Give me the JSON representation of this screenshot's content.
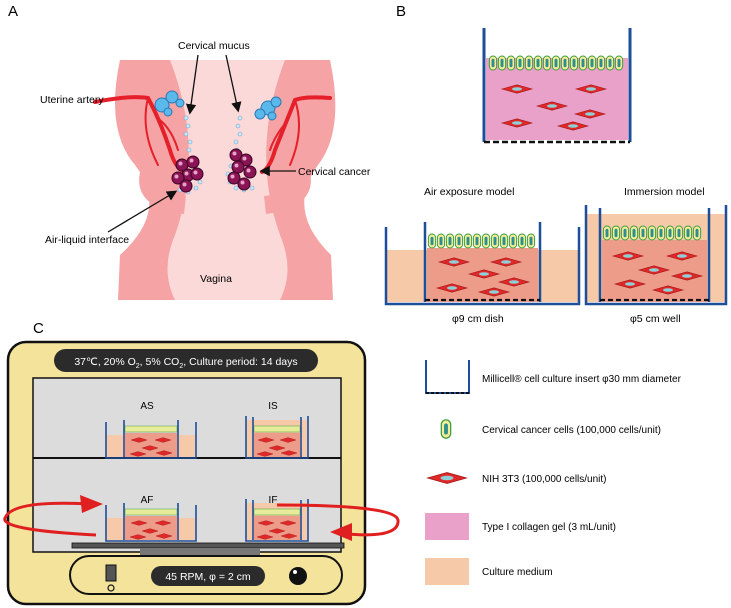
{
  "panels": {
    "a": {
      "label": "A",
      "labels": {
        "uterine_artery": "Uterine artery",
        "cervical_mucus": "Cervical mucus",
        "cervical_cancer": "Cervical cancer",
        "air_liquid_interface": "Air-liquid interface",
        "vagina": "Vagina"
      }
    },
    "b": {
      "label": "B",
      "models": {
        "air_exposure": "Air exposure model",
        "immersion": "Immersion model"
      },
      "vessels": {
        "dish": "φ9 cm dish",
        "well": "φ5 cm well"
      }
    },
    "c": {
      "label": "C",
      "conditions": {
        "pre": "37℃, 20% O",
        "o2_sub": "2",
        "mid": ", 5% CO",
        "co2_sub": "2",
        "post": ", Culture period: 14 days"
      },
      "shaker": "45 RPM, φ = 2 cm",
      "groups": {
        "as": "AS",
        "is": "IS",
        "af": "AF",
        "if": "IF"
      },
      "legend": {
        "insert": "Millicell® cell culture insert φ30 mm diameter",
        "cancer_cells": "Cervical cancer cells (100,000 cells/unit)",
        "nih3t3": "NIH 3T3 (100,000 cells/unit)",
        "collagen": "Type I collagen gel (3 mL/unit)",
        "medium": "Culture medium"
      }
    }
  },
  "colors": {
    "tissue": "#f5a3a5",
    "tissue_light": "#fcd9d9",
    "artery": "#e5202a",
    "collagen": "#e9a0c9",
    "medium": "#f6c9a8",
    "cancer_cell": "#f4ed9a",
    "insert_blue": "#1f4e99",
    "incubator": "#f4e39a",
    "shelf": "#dcdcdc"
  }
}
